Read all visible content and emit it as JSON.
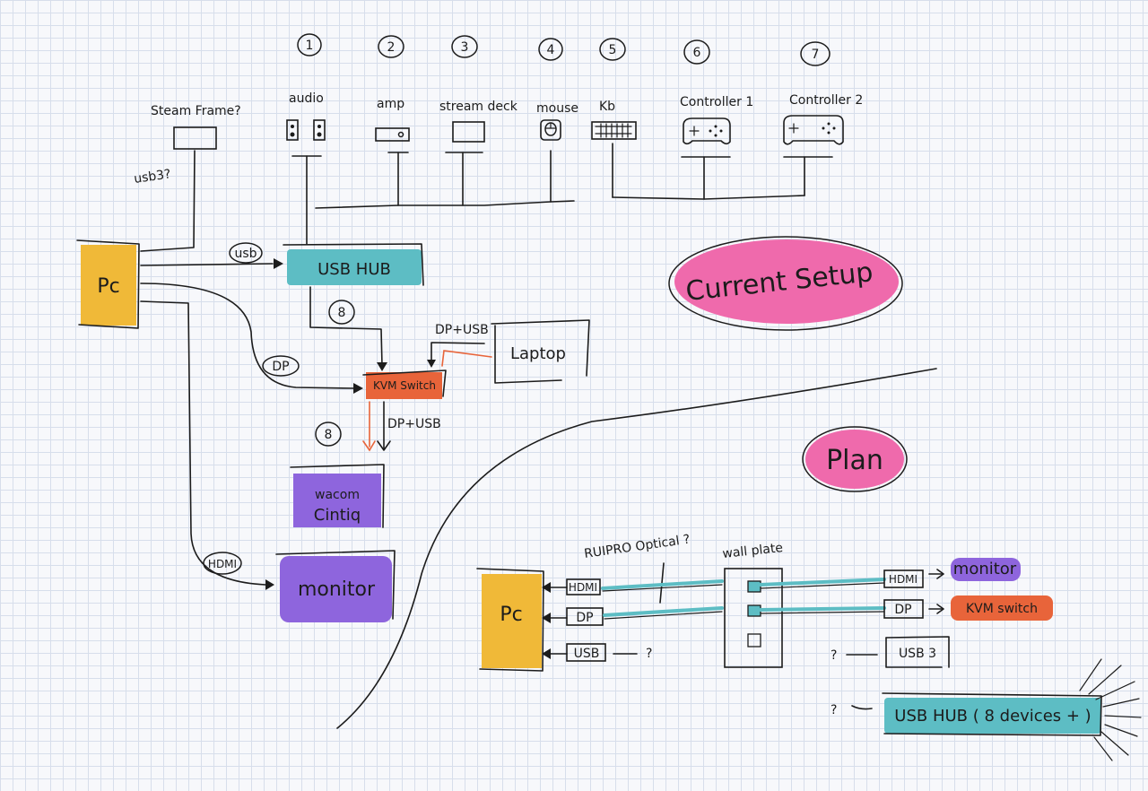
{
  "device_numbers": [
    "1",
    "2",
    "3",
    "4",
    "5",
    "6",
    "7"
  ],
  "devices": {
    "steam_frame": "Steam Frame?",
    "usb3_q": "usb3?",
    "audio": "audio",
    "amp": "amp",
    "stream_deck": "stream deck",
    "mouse": "mouse",
    "kb": "Kb",
    "controller1": "Controller 1",
    "controller2": "Controller 2"
  },
  "current": {
    "title": "Current Setup",
    "pc": "Pc",
    "usb_hub": "USB HUB",
    "usb_tag": "usb",
    "dp_tag": "DP",
    "hdmi_tag": "HDMI",
    "kvm_switch": "KVM Switch",
    "laptop": "Laptop",
    "dp_usb_top": "DP+USB",
    "dp_usb_bottom": "DP+USB",
    "num_8_top": "8",
    "num_8_bottom": "8",
    "wacom": "wacom",
    "wacom2": "Cintiq",
    "monitor": "monitor"
  },
  "plan": {
    "title": "Plan",
    "pc": "Pc",
    "hdmi": "HDMI",
    "dp": "DP",
    "usb": "USB",
    "q_usb": "?",
    "ruipro": "RUIPRO Optical ?",
    "wall_plate": "wall plate",
    "hdmi_right": "HDMI",
    "dp_right": "DP",
    "monitor": "monitor",
    "kvm": "KVM switch",
    "q1": "?",
    "usb3": "USB 3",
    "q2": "?",
    "usb_hub": "USB HUB ( 8 devices + )"
  },
  "colors": {
    "pc": "#f0b938",
    "usb_hub": "#5dbdc4",
    "kvm": "#e8643a",
    "wacom": "#8e65dd",
    "monitor": "#8e65dd",
    "badge": "#ef6aac",
    "cable": "#5dbdc4"
  }
}
